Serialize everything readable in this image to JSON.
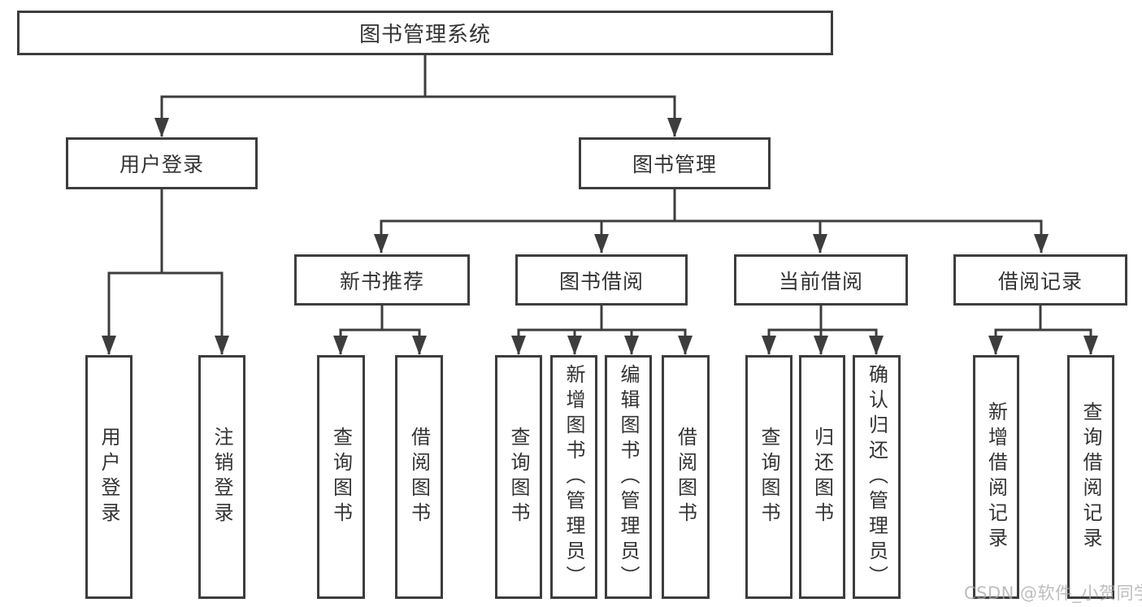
{
  "colors": {
    "line": "#3d3d3d",
    "text": "#333333",
    "box-bg": "#ffffff",
    "watermark": "#a8a8a8"
  },
  "root": {
    "label": "图书管理系统",
    "children": [
      {
        "label": "用户登录",
        "children": [
          {
            "label": "用户登录"
          },
          {
            "label": "注销登录"
          }
        ]
      },
      {
        "label": "图书管理",
        "children": [
          {
            "label": "新书推荐",
            "children": [
              {
                "label": "查询图书"
              },
              {
                "label": "借阅图书"
              }
            ]
          },
          {
            "label": "图书借阅",
            "children": [
              {
                "label": "查询图书"
              },
              {
                "label": "新增图书（管理员）"
              },
              {
                "label": "编辑图书（管理员）"
              },
              {
                "label": "借阅图书"
              }
            ]
          },
          {
            "label": "当前借阅",
            "children": [
              {
                "label": "查询图书"
              },
              {
                "label": "归还图书"
              },
              {
                "label": "确认归还（管理员）"
              }
            ]
          },
          {
            "label": "借阅记录",
            "children": [
              {
                "label": "新增借阅记录"
              },
              {
                "label": "查询借阅记录"
              }
            ]
          }
        ]
      }
    ]
  },
  "watermark": {
    "text": "CSDN @软件_小贺同学"
  }
}
